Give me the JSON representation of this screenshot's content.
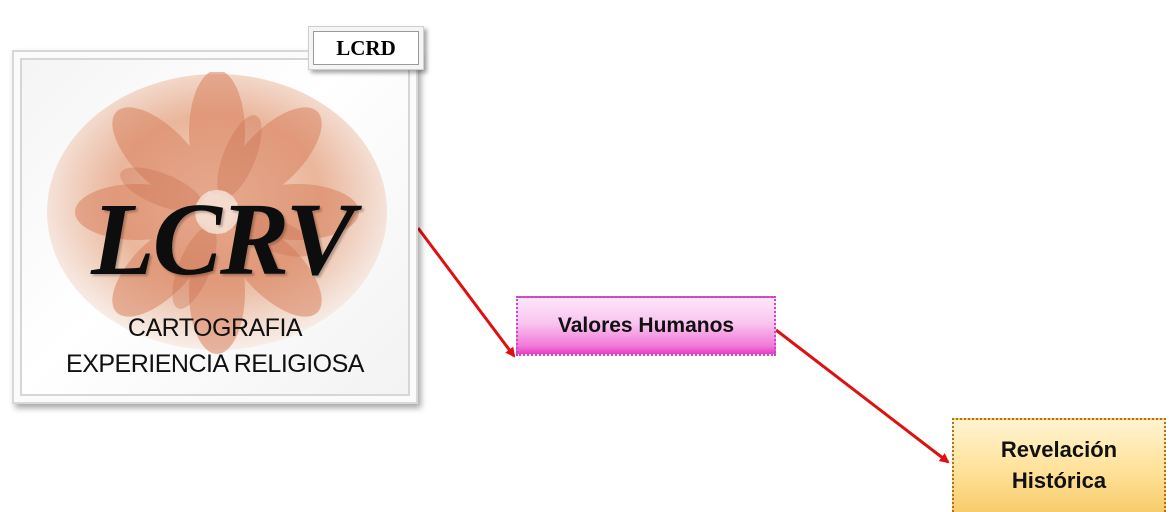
{
  "logo": {
    "monogram": "LCRV",
    "line1": "CARTOGRAFIA",
    "line2": "EXPERIENCIA RELIGIOSA",
    "art": "hands-circle-art"
  },
  "tag": {
    "label": "LCRD"
  },
  "nodes": {
    "valores": {
      "label": "Valores Humanos",
      "fill": "#f9c4f0"
    },
    "revelacion": {
      "line1": "Revelación",
      "line2": "Histórica",
      "fill": "#ffe29a"
    }
  },
  "connector_color": "#e01010"
}
